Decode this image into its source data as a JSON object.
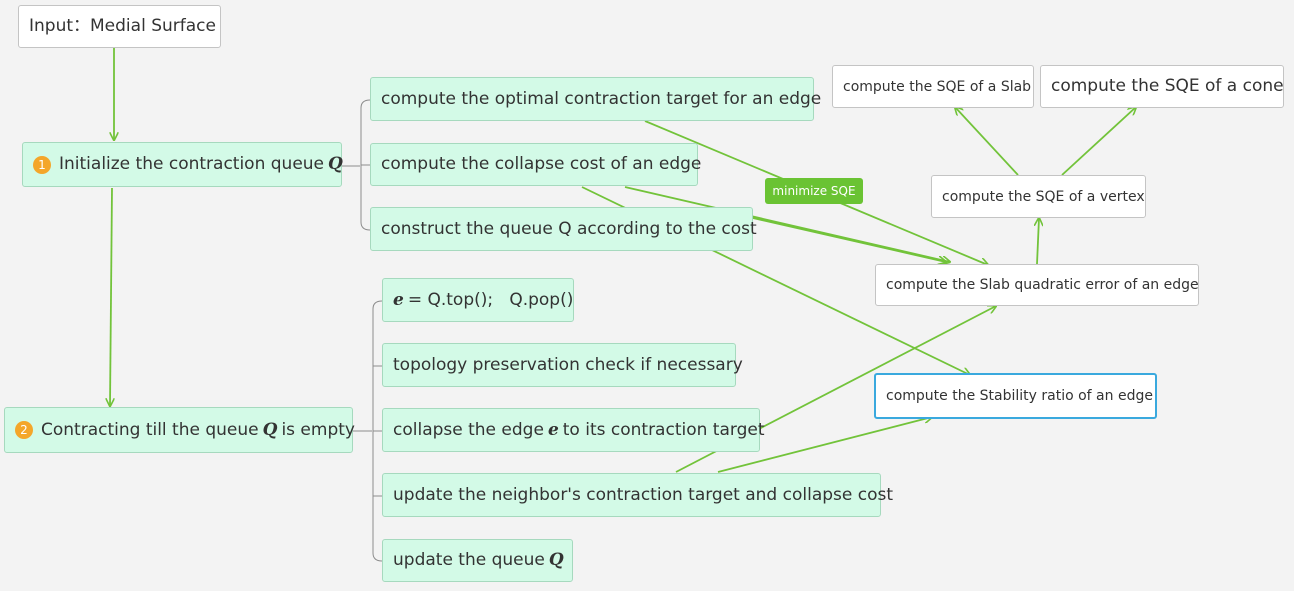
{
  "root": {
    "label": "Input：Medial Surface"
  },
  "step1": {
    "badge": "1",
    "label": "Initialize the contraction queue",
    "symbol": "Q"
  },
  "step2": {
    "badge": "2",
    "label_before": "Contracting till the queue",
    "symbol": "Q",
    "label_after": "is empty"
  },
  "step1_children": [
    {
      "label": "compute the optimal contraction target for an edge"
    },
    {
      "label": "compute the collapse cost of an edge"
    },
    {
      "label": "construct the queue Q according to the cost"
    }
  ],
  "step2_children": {
    "pop": {
      "symbol": "e",
      "text": "= Q.top();   Q.pop()"
    },
    "topology": {
      "label": "topology preservation check if necessary"
    },
    "collapse": {
      "label_before": "collapse the edge",
      "symbol": "e",
      "label_after": "to its contraction target"
    },
    "update_neighbor": {
      "label": "update the neighbor's contraction target and collapse cost"
    },
    "update_queue": {
      "label": "update the queue",
      "symbol": "Q"
    }
  },
  "right_nodes": {
    "sqe_slab": "compute the SQE of a Slab",
    "sqe_cone": "compute the SQE of a cone",
    "sqe_vertex": "compute the SQE of a vertex",
    "slab_error": "compute the Slab quadratic error of an edge",
    "stability": "compute the Stability ratio of an edge"
  },
  "tag": {
    "label": "minimize SQE"
  },
  "colors": {
    "arrow": "#72c33a",
    "connector": "#8c8c8c",
    "node_fill": "#d3fae7",
    "selected_border": "#3aa9de"
  }
}
